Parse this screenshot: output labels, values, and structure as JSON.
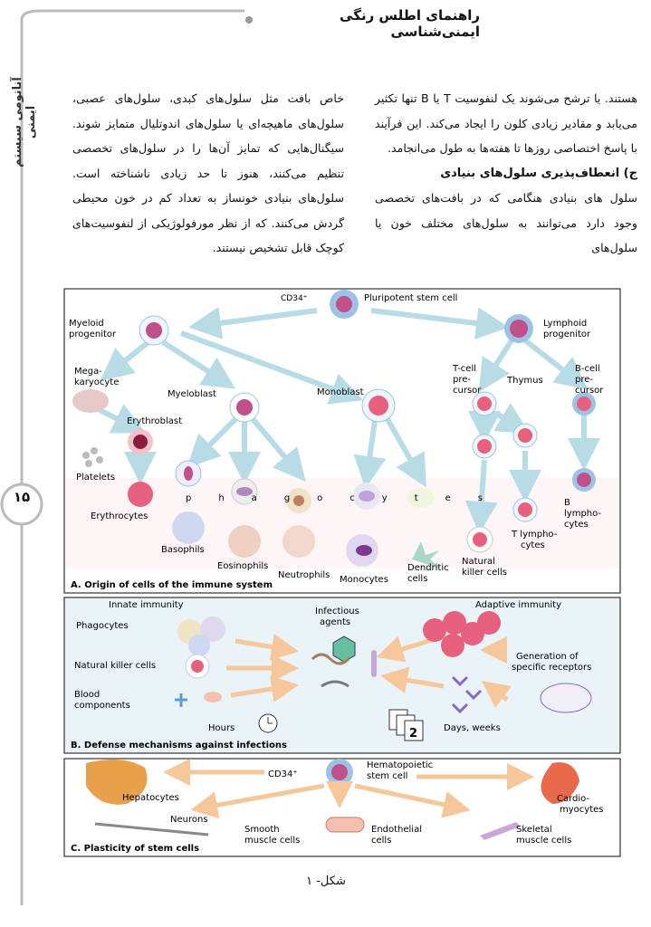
{
  "header": {
    "title": "راهنمای اطلس رنگی ایمنی‌شناسی"
  },
  "sidebar": {
    "title": "آناتومی سیستم ایمنی"
  },
  "page": {
    "number": "۱۵",
    "caption": "شکل- ۱"
  },
  "text": {
    "right_col_p1": "هستند. یا ترشح می‌شوند یک لنفوسیت T یا B تنها تکثیر می‌یابد و مقادیر زیادی کلون را ایجاد می‌کند. این فرآیند با پاسخ اختصاصی روزها تا هفته‌ها به طول می‌انجامد.",
    "right_col_heading": "ج) انعطاف‌پذیری سلول‌های بنیادی",
    "right_col_p2": "سلول های بنیادی هنگامی که در بافت‌های تخصصی وجود دارد می‌توانند به سلول‌های مختلف خون یا سلول‌های",
    "left_col_p1": "خاص بافت مثل سلول‌های کبدی، سلول‌های عصبی، سلول‌های ماهیچه‌ای یا سلول‌های اندوتلیال متمایز شوند. سیگنال‌هایی که تمایز آن‌ها را در سلول‌های تخصصی تنظیم می‌کنند، هنوز تا حد زیادی ناشناخته است. سلول‌های بنیادی خونساز به تعداد کم در خون محیطی گردش می‌کنند. که از نظر مورفولوژیکی از لنفوسیت‌های کوچک قابل تشخیص نیستند."
  },
  "figure": {
    "panel_a": {
      "title": "A. Origin of cells of the immune system",
      "cd34": "CD34⁺",
      "stem": "Pluripotent stem cell",
      "myeloid": [
        "Myeloid",
        "progenitor"
      ],
      "lymphoid": [
        "Lymphoid",
        "progenitor"
      ],
      "mega": [
        "Mega-",
        "karyocyte"
      ],
      "erythroblast": "Erythroblast",
      "platelets": "Platelets",
      "erythrocytes": "Erythrocytes",
      "myeloblast": "Myeloblast",
      "monoblast": "Monoblast",
      "phagocytes": "phagocytes",
      "basophils": "Basophils",
      "eosinophils": "Eosinophils",
      "neutrophils": "Neutrophils",
      "monocytes": "Monocytes",
      "dendritic": [
        "Dendritic",
        "cells"
      ],
      "tcell_pre": [
        "T-cell",
        "pre-",
        "cursor"
      ],
      "thymus": "Thymus",
      "bcell_pre": [
        "B-cell",
        "pre-",
        "cursor"
      ],
      "b_lymph": [
        "B",
        "lympho-",
        "cytes"
      ],
      "t_lymph": [
        "T lympho-",
        "cytes"
      ],
      "nk": [
        "Natural",
        "killer cells"
      ]
    },
    "panel_b": {
      "title": "B. Defense mechanisms against infections",
      "innate": "Innate immunity",
      "adaptive": "Adaptive immunity",
      "infectious": [
        "Infectious",
        "agents"
      ],
      "phagocytes": "Phagocytes",
      "nk": "Natural killer cells",
      "blood": [
        "Blood",
        "components"
      ],
      "hours": "Hours",
      "generation": [
        "Generation of",
        "specific receptors"
      ],
      "days": "Days, weeks",
      "calendar_digit": "2"
    },
    "panel_c": {
      "title": "C. Plasticity of stem cells",
      "cd34": "CD34⁺",
      "hsc": [
        "Hematopoietic",
        "stem cell"
      ],
      "hepatocytes": "Hepatocytes",
      "neurons": "Neurons",
      "smooth": [
        "Smooth",
        "muscle cells"
      ],
      "endothelial": [
        "Endothelial",
        "cells"
      ],
      "cardio": [
        "Cardio-",
        "myocytes"
      ],
      "skeletal": [
        "Skeletal",
        "muscle cells"
      ]
    }
  },
  "colors": {
    "arrow": "#b7dce6",
    "nucleus": "#d94a6a",
    "cytoplasm": "#f3c6d3",
    "blue_cell": "#9cc3e6",
    "panel_border": "#333333"
  }
}
